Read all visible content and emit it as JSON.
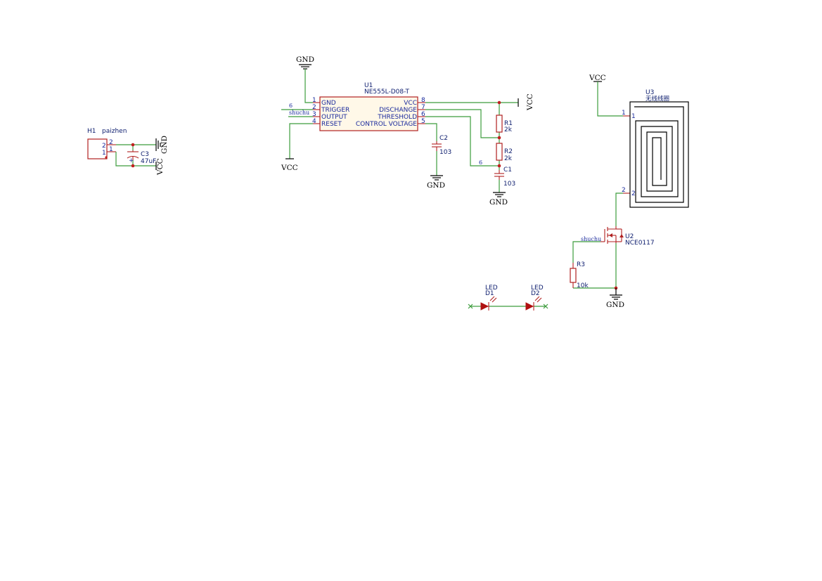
{
  "h1": {
    "ref": "H1",
    "value": "paizhen",
    "pin2": "2",
    "pin1": "1"
  },
  "c3": {
    "ref": "C3",
    "value": "47uF"
  },
  "u1": {
    "ref": "U1",
    "value": "NE555L-D08-T",
    "left_pins": [
      {
        "num": "1",
        "name": "GND"
      },
      {
        "num": "2",
        "name": "TRIGGER"
      },
      {
        "num": "3",
        "name": "OUTPUT"
      },
      {
        "num": "4",
        "name": "RESET"
      }
    ],
    "right_pins": [
      {
        "num": "8",
        "name": "VCC"
      },
      {
        "num": "7",
        "name": "DISCHANGE"
      },
      {
        "num": "6",
        "name": "THRESHOLD"
      },
      {
        "num": "5",
        "name": "CONTROL VOLTAGE"
      }
    ]
  },
  "c2": {
    "ref": "C2",
    "value": "103"
  },
  "r1": {
    "ref": "R1",
    "value": "2k"
  },
  "r2": {
    "ref": "R2",
    "value": "2k"
  },
  "c1": {
    "ref": "C1",
    "value": "103"
  },
  "r3": {
    "ref": "R3",
    "value": "10k"
  },
  "u2": {
    "ref": "U2",
    "value": "NCE0117"
  },
  "u3": {
    "ref": "U3",
    "value": "无线线圈",
    "pin1": "1",
    "pin2": "2"
  },
  "d1": {
    "ref": "D1",
    "value": "LED"
  },
  "d2": {
    "ref": "D2",
    "value": "LED"
  },
  "nets": {
    "trigger": "6",
    "threshold": "6",
    "output": "shuchu",
    "gate": "shuchu"
  },
  "power": {
    "gnd": "GND",
    "vcc": "VCC"
  }
}
